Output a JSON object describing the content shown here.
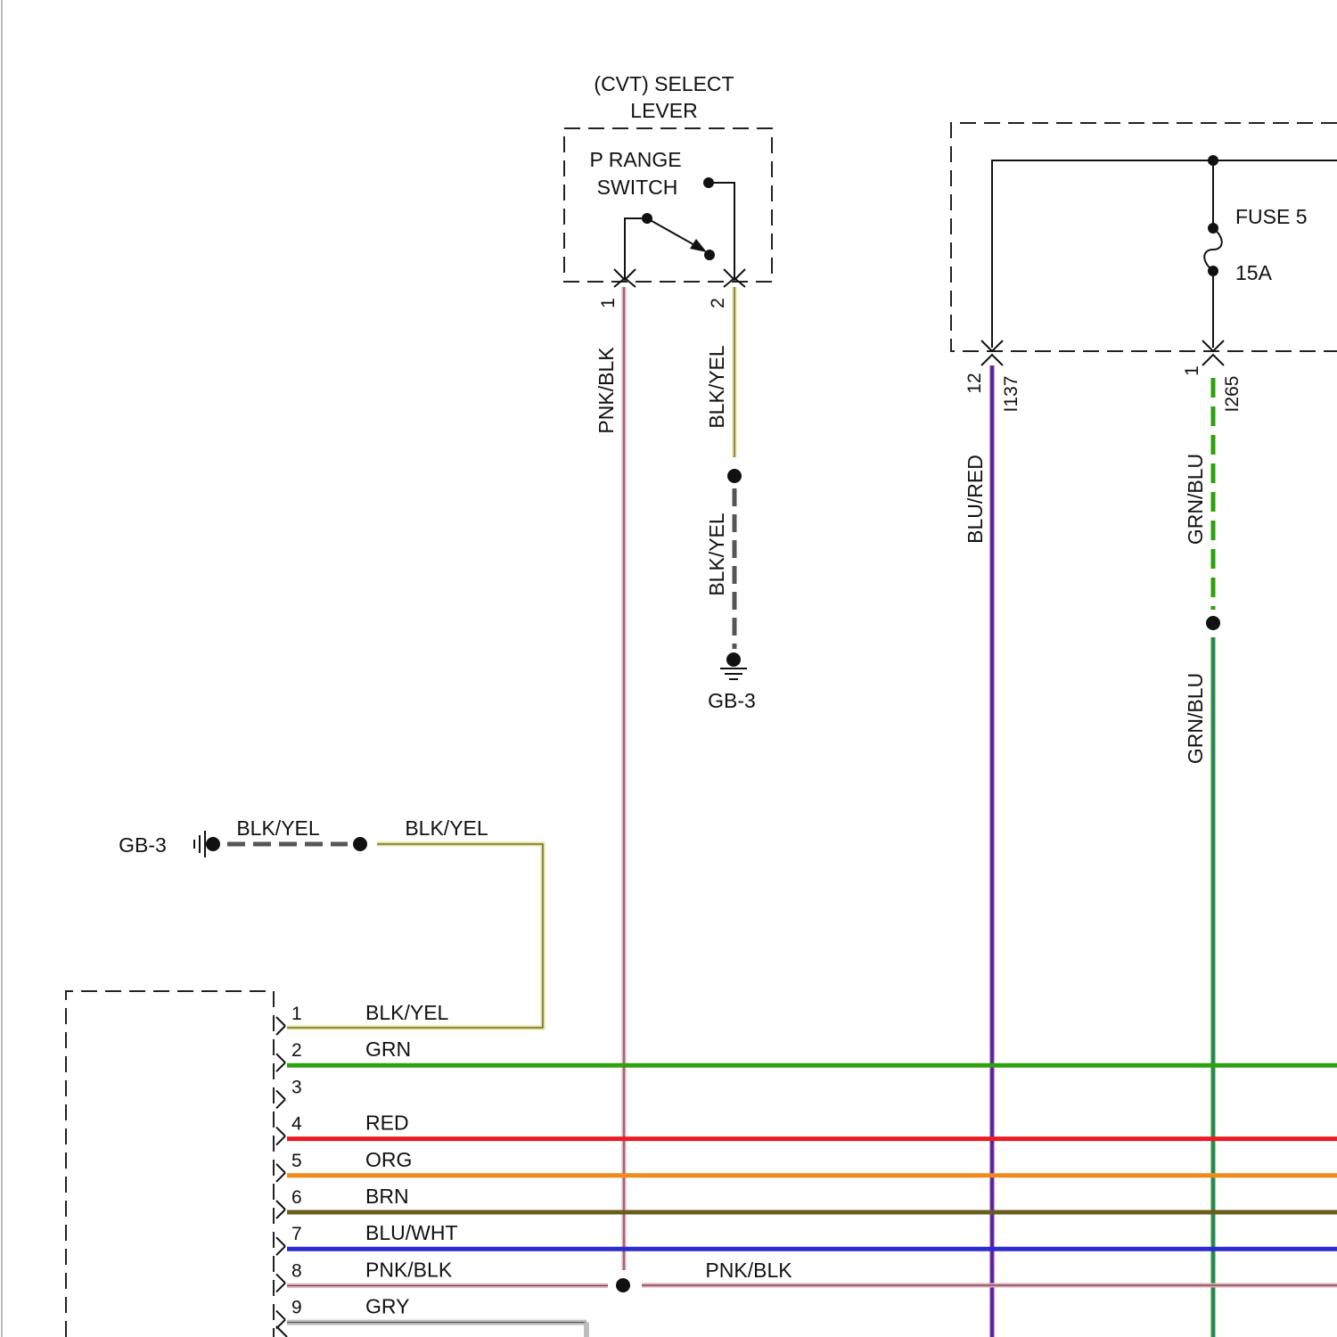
{
  "select_lever": {
    "title_line1": "(CVT) SELECT",
    "title_line2": "LEVER",
    "switch_line1": "P RANGE",
    "switch_line2": "SWITCH",
    "pin_left": "1",
    "pin_right": "2",
    "wire_left": "PNK/BLK",
    "wire_right": "BLK/YEL",
    "wire_right_ground": "BLK/YEL",
    "ground": "GB-3"
  },
  "fuse_box": {
    "fuse_name": "FUSE 5",
    "fuse_rating": "15A",
    "pin_a": "12",
    "connector_a": "I137",
    "pin_b": "1",
    "connector_b": "I265",
    "wire_a": "BLU/RED",
    "wire_b_upper": "GRN/BLU",
    "wire_b_lower": "GRN/BLU"
  },
  "left_ground": {
    "label": "GB-3",
    "wire_dashed": "BLK/YEL",
    "wire_solid": "BLK/YEL"
  },
  "connector_pins": [
    {
      "pin": "1",
      "wire": "BLK/YEL",
      "color": "#e6e08a"
    },
    {
      "pin": "2",
      "wire": "GRN",
      "color": "#2ea10e"
    },
    {
      "pin": "3",
      "wire": "",
      "color": ""
    },
    {
      "pin": "4",
      "wire": "RED",
      "color": "#ea1b23"
    },
    {
      "pin": "5",
      "wire": "ORG",
      "color": "#f08a1a"
    },
    {
      "pin": "6",
      "wire": "BRN",
      "color": "#6b5c1c"
    },
    {
      "pin": "7",
      "wire": "BLU/WHT",
      "color": "#2b2bd0"
    },
    {
      "pin": "8",
      "wire": "PNK/BLK",
      "color": "#e8a8b6"
    },
    {
      "pin": "9",
      "wire": "GRY",
      "color": "#bdbdbd"
    }
  ],
  "pin8_continuation": "PNK/BLK"
}
